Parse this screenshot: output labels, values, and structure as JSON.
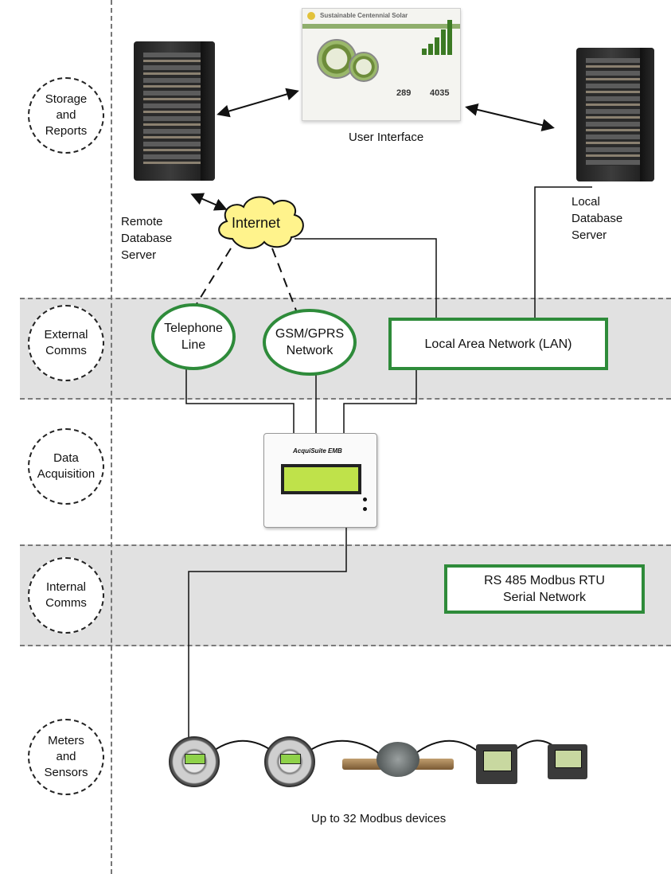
{
  "layers": {
    "storage": "Storage\nand\nReports",
    "external": "External\nComms",
    "acquisition": "Data\nAcquisition",
    "internal": "Internal\nComms",
    "meters": "Meters\nand\nSensors"
  },
  "labels": {
    "user_interface": "User Interface",
    "remote_server": "Remote\nDatabase\nServer",
    "local_server": "Local\nDatabase\nServer",
    "internet": "Internet",
    "telephone": "Telephone\nLine",
    "gsm": "GSM/GPRS\nNetwork",
    "lan": "Local Area Network (LAN)",
    "rs485": "RS 485 Modbus RTU\nSerial Network",
    "devices_caption": "Up to 32 Modbus devices"
  },
  "dashboard": {
    "title": "Sustainable Centennial Solar",
    "stat_a": "289",
    "stat_b": "4035"
  },
  "acquisuite": {
    "brand": "AcquiSuite EMB"
  },
  "colors": {
    "network_border": "#2e8b3a",
    "band_fill": "#e1e1e1"
  }
}
